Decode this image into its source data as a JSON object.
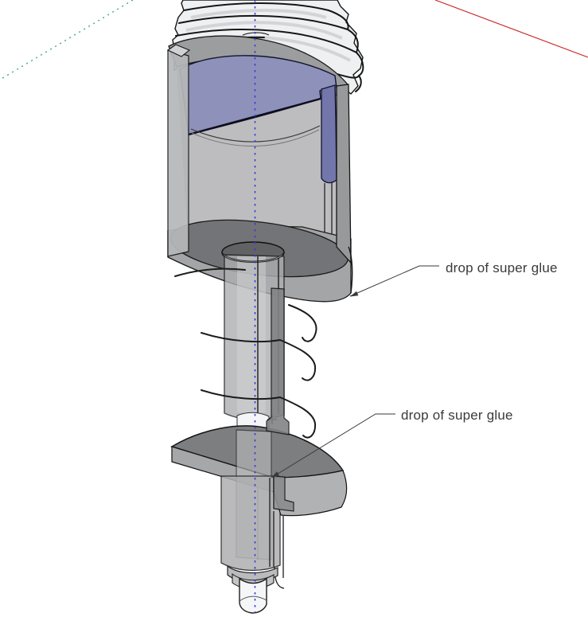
{
  "scene": {
    "description": "3D cutaway model of threaded cap with spring-loaded plunger shaft and disc",
    "background": "#ffffff"
  },
  "annotations": [
    {
      "label": "drop of super glue"
    },
    {
      "label": "drop of super glue"
    }
  ],
  "colors": {
    "axis_red": "#cc2a2a",
    "axis_green": "#44aa77",
    "centerline_blue": "#3b3bd0",
    "blue_face": "#8e92ba",
    "purple_strip": "#7276ab",
    "body_gray": "#a8a9ac",
    "floor_gray": "#737477",
    "disc_top_gray": "#7d7e80",
    "thread_white": "#eef0f2",
    "leader": "#3a3a3a",
    "text": "#3a3a3a"
  }
}
